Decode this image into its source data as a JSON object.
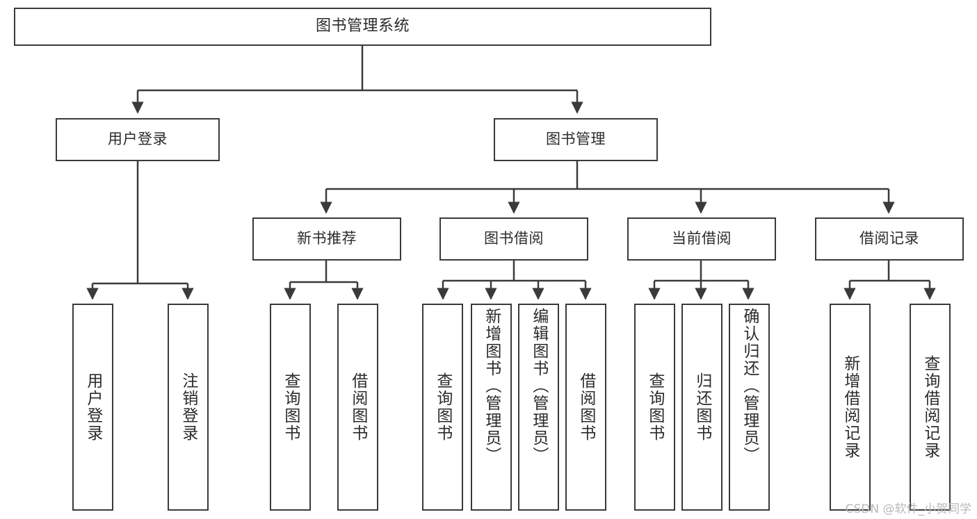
{
  "diagram": {
    "type": "tree",
    "title": "图书管理系统",
    "watermark": "CSDN @软件_小贺同学",
    "colors": {
      "box_border": "#3a3a3a",
      "box_fill": "#ffffff",
      "connector": "#3a3a3a",
      "text": "#2b2b2b",
      "watermark": "#b9b9b9",
      "background": "#ffffff"
    },
    "root": {
      "label": "图书管理系统"
    },
    "level2": [
      {
        "label": "用户登录"
      },
      {
        "label": "图书管理"
      }
    ],
    "level3": [
      {
        "label": "新书推荐"
      },
      {
        "label": "图书借阅"
      },
      {
        "label": "当前借阅"
      },
      {
        "label": "借阅记录"
      }
    ],
    "leaves": {
      "user_login": [
        {
          "label": "用户登录"
        },
        {
          "label": "注销登录"
        }
      ],
      "new_book_recommend": [
        {
          "label": "查询图书"
        },
        {
          "label": "借阅图书"
        }
      ],
      "book_borrow": [
        {
          "label": "查询图书"
        },
        {
          "label": "新增图书（管理员）"
        },
        {
          "label": "编辑图书（管理员）"
        },
        {
          "label": "借阅图书"
        }
      ],
      "current_borrow": [
        {
          "label": "查询图书"
        },
        {
          "label": "归还图书"
        },
        {
          "label": "确认归还（管理员）"
        }
      ],
      "borrow_record": [
        {
          "label": "新增借阅记录"
        },
        {
          "label": "查询借阅记录"
        }
      ]
    }
  }
}
